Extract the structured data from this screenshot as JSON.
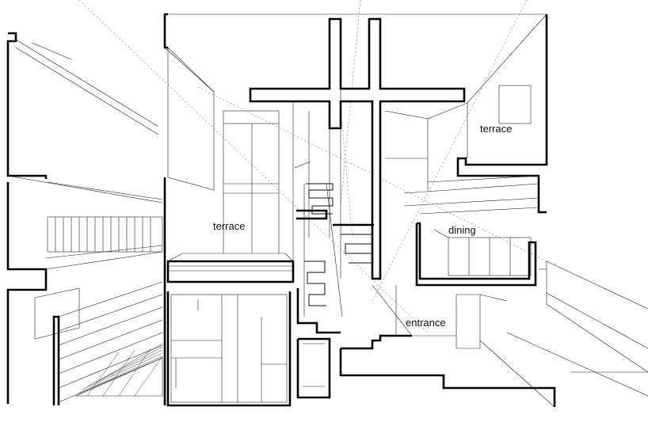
{
  "labels": {
    "terrace_left": "terrace",
    "terrace_right": "terrace",
    "dining": "dining",
    "entrance": "entrance"
  },
  "colors": {
    "line": "#111111",
    "construction": "#888888",
    "background": "#ffffff"
  }
}
